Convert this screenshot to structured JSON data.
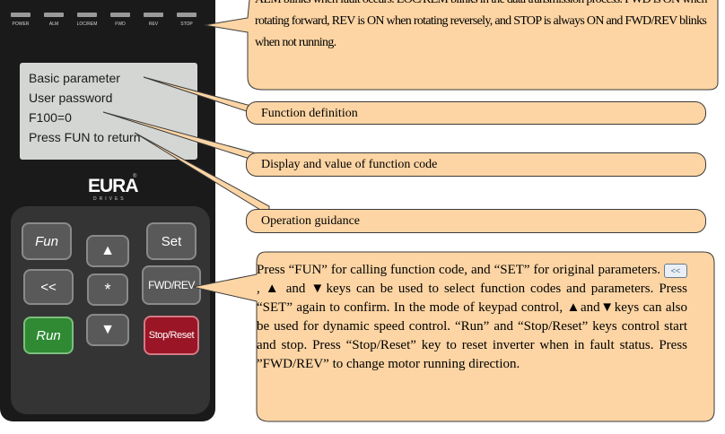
{
  "keypad": {
    "indicators": [
      "POWER",
      "ALM",
      "LOC/REM",
      "FWD",
      "REV",
      "STOP"
    ],
    "lcd_lines": [
      "Basic parameter",
      "User password",
      "F100=0",
      "Press FUN to return"
    ],
    "brand": "EURA",
    "brand_mark": "®",
    "brand_sub": "DRIVES",
    "keys": {
      "fun": "Fun",
      "set": "Set",
      "up": "▲",
      "down": "▼",
      "shift": "<<",
      "star": "*",
      "fwd_rev": "FWD/REV",
      "run": "Run",
      "stop_reset": "Stop/Reset"
    },
    "colors": {
      "body": "#1a1a1a",
      "lcd": "#d4d6d3",
      "run": "#2f8a33",
      "stop": "#9a1525"
    }
  },
  "callouts": {
    "top_text": "ALM blinks when fault occurs. LOC/REM blinks in the data transmission process. FWD is ON when rotating forward, REV is ON when rotating reversely, and STOP is always ON and FWD/REV blinks when not running.",
    "function_definition": "Function definition",
    "display_value": "Display and value of function code",
    "operation_guidance": "Operation guidance",
    "guidance_detail": {
      "part1": "Press “FUN” for calling function code, and “SET” for original parameters.",
      "key_icon": "<<",
      "part2": ", ▲ and ▼keys can be used to select function codes and parameters. Press “SET” again to confirm. In the mode of keypad control, ▲and▼keys can also be used for dynamic speed control. “Run” and “Stop/Reset” keys control start and stop. Press “Stop/Reset” key to reset inverter when in fault status. Press ”FWD/REV” to change motor running direction."
    },
    "box_color": "#fdd5a4"
  }
}
